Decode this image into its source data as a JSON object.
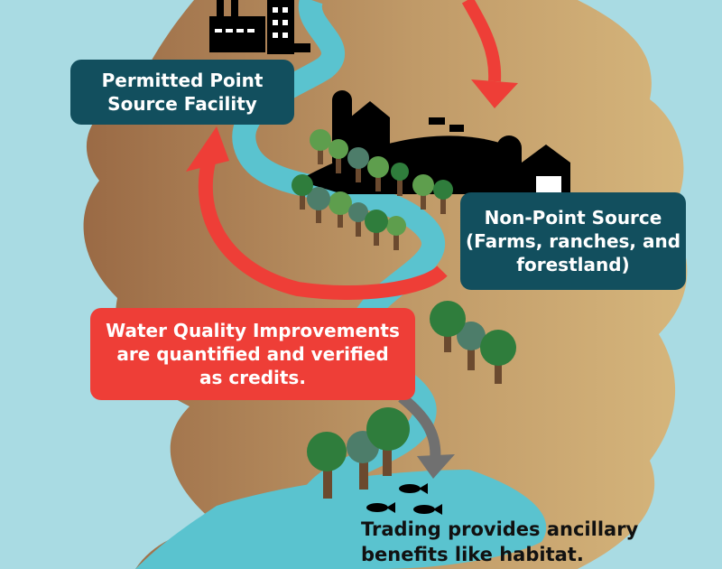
{
  "labels": {
    "point_source": [
      "Permitted Point",
      "Source Facility"
    ],
    "non_point_source": [
      "Non-Point Source",
      "(Farms, ranches, and",
      "forestland)"
    ],
    "improvements": [
      "Water Quality Improvements",
      "are quantified and verified",
      "as credits."
    ],
    "caption": [
      "Trading provides ancillary",
      "benefits like habitat."
    ]
  },
  "colors": {
    "sky": "#a9dbe3",
    "river": "#5ac3cf",
    "land_dark": "#9a6a45",
    "land_light": "#d4b27a",
    "teal_box": "#124f5e",
    "red": "#ee3e37",
    "gray_arrow": "#707070"
  }
}
